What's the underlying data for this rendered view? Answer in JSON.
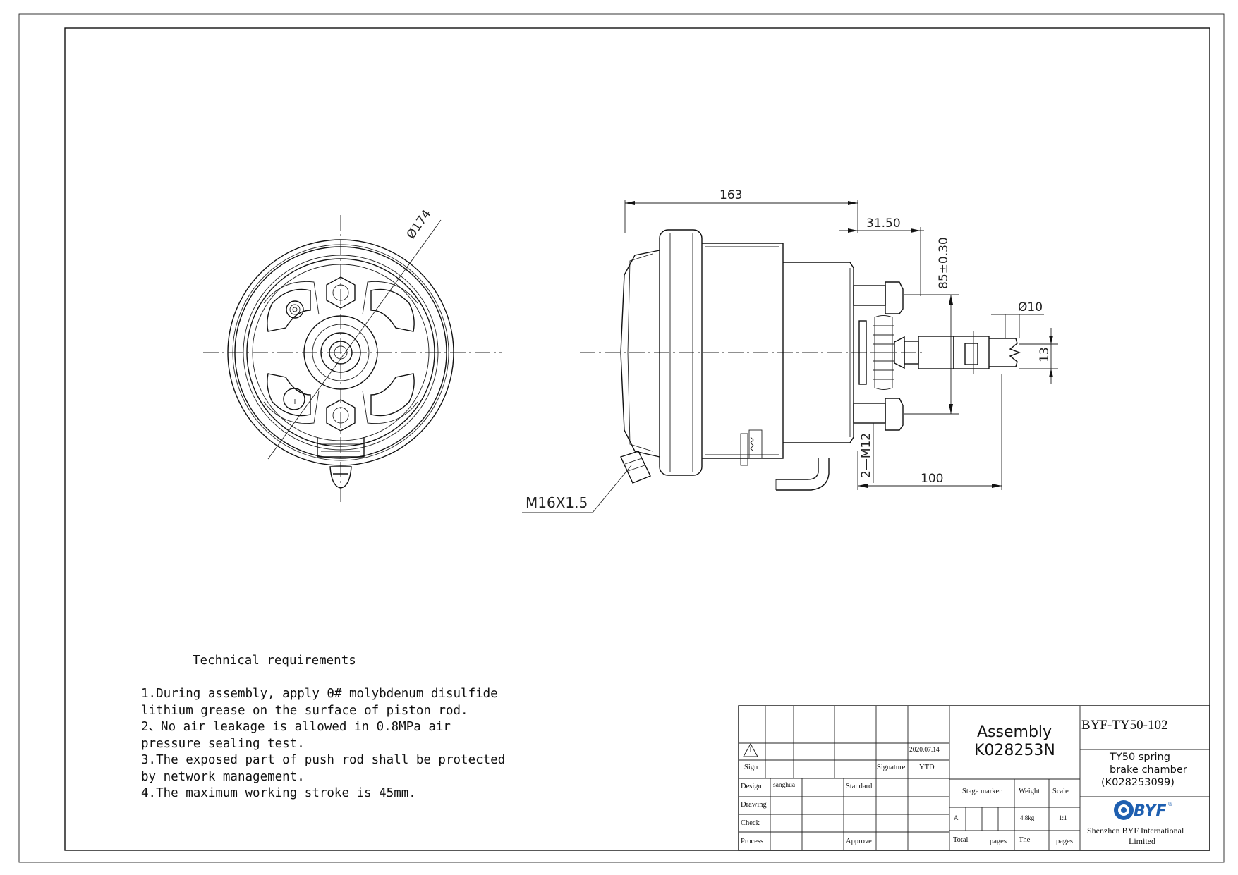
{
  "drawing": {
    "dimensions": {
      "diameter": "Ø174",
      "length_total": "163",
      "length_step": "31.50",
      "bolt_spacing": "85±0.30",
      "pin_diameter": "Ø10",
      "clevis_width": "13",
      "push_rod_length": "100",
      "stud_thread": "2—M12",
      "port_thread": "M16X1.5"
    }
  },
  "tech": {
    "title": "Technical requirements",
    "lines": [
      "1.During assembly, apply 0# molybdenum disulfide",
      "lithium grease on the surface of piston rod.",
      "2、No air leakage is allowed in 0.8MPa air",
      "pressure sealing test.",
      "3.The exposed part of push rod shall be protected",
      "by network management.",
      "4.The maximum working stroke is 45mm."
    ]
  },
  "title_block": {
    "drawing_no": "BYF-TY50-102",
    "assembly_label": "Assembly",
    "assembly_code": "K028253N",
    "product_line1": "TY50 spring",
    "product_line2": "brake chamber",
    "product_line3": "(K028253099)",
    "date": "2020.07.14",
    "sign": "Sign",
    "signature": "Signature",
    "ytd": "YTD",
    "design": "Design",
    "designer": "sanghua",
    "standard": "Standard",
    "drawing": "Drawing",
    "check": "Check",
    "process": "Process",
    "approve": "Approve",
    "stage_marker": "Stage marker",
    "weight": "Weight",
    "scale": "Scale",
    "stage_value": "A",
    "weight_value": "4.8kg",
    "scale_value": "1:1",
    "total": "Total",
    "pages1": "pages",
    "the": "The",
    "pages2": "pages",
    "company_line1": "Shenzhen BYF International",
    "company_line2": "Limited",
    "logo_text": "BYF",
    "logo_mark": "®"
  }
}
